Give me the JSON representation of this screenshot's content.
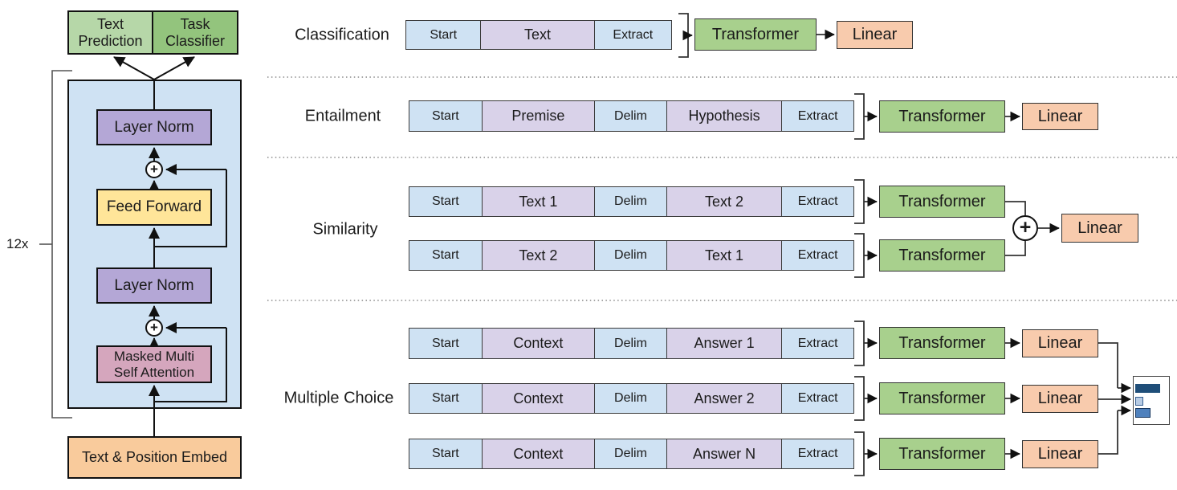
{
  "colors": {
    "token_special": "#cfe2f3",
    "token_content": "#d9d2e9",
    "transformer_green": "#a8d08d",
    "linear_orange": "#f8cbad",
    "container_blue": "#cfe2f3",
    "layer_norm_purple": "#b4a7d6",
    "feed_forward_yellow": "#ffe599",
    "attention_pink": "#d5a6bd",
    "embed_orange": "#f9cb9c",
    "head_light_green": "#b6d7a8",
    "head_dark_green": "#93c47d",
    "bar_dark_blue": "#1f4e79",
    "bar_pale_blue": "#b8cce4",
    "bar_mid_blue": "#4f81bd"
  },
  "left_diagram": {
    "repeat_label": "12x",
    "text_prediction": "Text\nPrediction",
    "task_classifier": "Task\nClassifier",
    "layer_norm_top": "Layer Norm",
    "plus_top": "+",
    "feed_forward": "Feed Forward",
    "layer_norm_bottom": "Layer Norm",
    "plus_bottom": "+",
    "attention": "Masked Multi\nSelf Attention",
    "embed": "Text & Position Embed"
  },
  "tasks": [
    {
      "label": "Classification",
      "strips": [
        [
          "Start",
          "Text",
          "Extract"
        ]
      ],
      "pipeline": {
        "transformer": "Transformer",
        "linear": "Linear"
      }
    },
    {
      "label": "Entailment",
      "strips": [
        [
          "Start",
          "Premise",
          "Delim",
          "Hypothesis",
          "Extract"
        ]
      ],
      "pipeline": {
        "transformer": "Transformer",
        "linear": "Linear"
      }
    },
    {
      "label": "Similarity",
      "strips": [
        [
          "Start",
          "Text 1",
          "Delim",
          "Text 2",
          "Extract"
        ],
        [
          "Start",
          "Text 2",
          "Delim",
          "Text 1",
          "Extract"
        ]
      ],
      "pipeline": {
        "transformer_1": "Transformer",
        "transformer_2": "Transformer",
        "sum": "+",
        "linear": "Linear"
      }
    },
    {
      "label": "Multiple Choice",
      "strips": [
        [
          "Start",
          "Context",
          "Delim",
          "Answer 1",
          "Extract"
        ],
        [
          "Start",
          "Context",
          "Delim",
          "Answer 2",
          "Extract"
        ],
        [
          "Start",
          "Context",
          "Delim",
          "Answer N",
          "Extract"
        ]
      ],
      "pipeline": {
        "transformer_1": "Transformer",
        "transformer_2": "Transformer",
        "transformer_3": "Transformer",
        "linear_1": "Linear",
        "linear_2": "Linear",
        "linear_3": "Linear"
      }
    }
  ]
}
